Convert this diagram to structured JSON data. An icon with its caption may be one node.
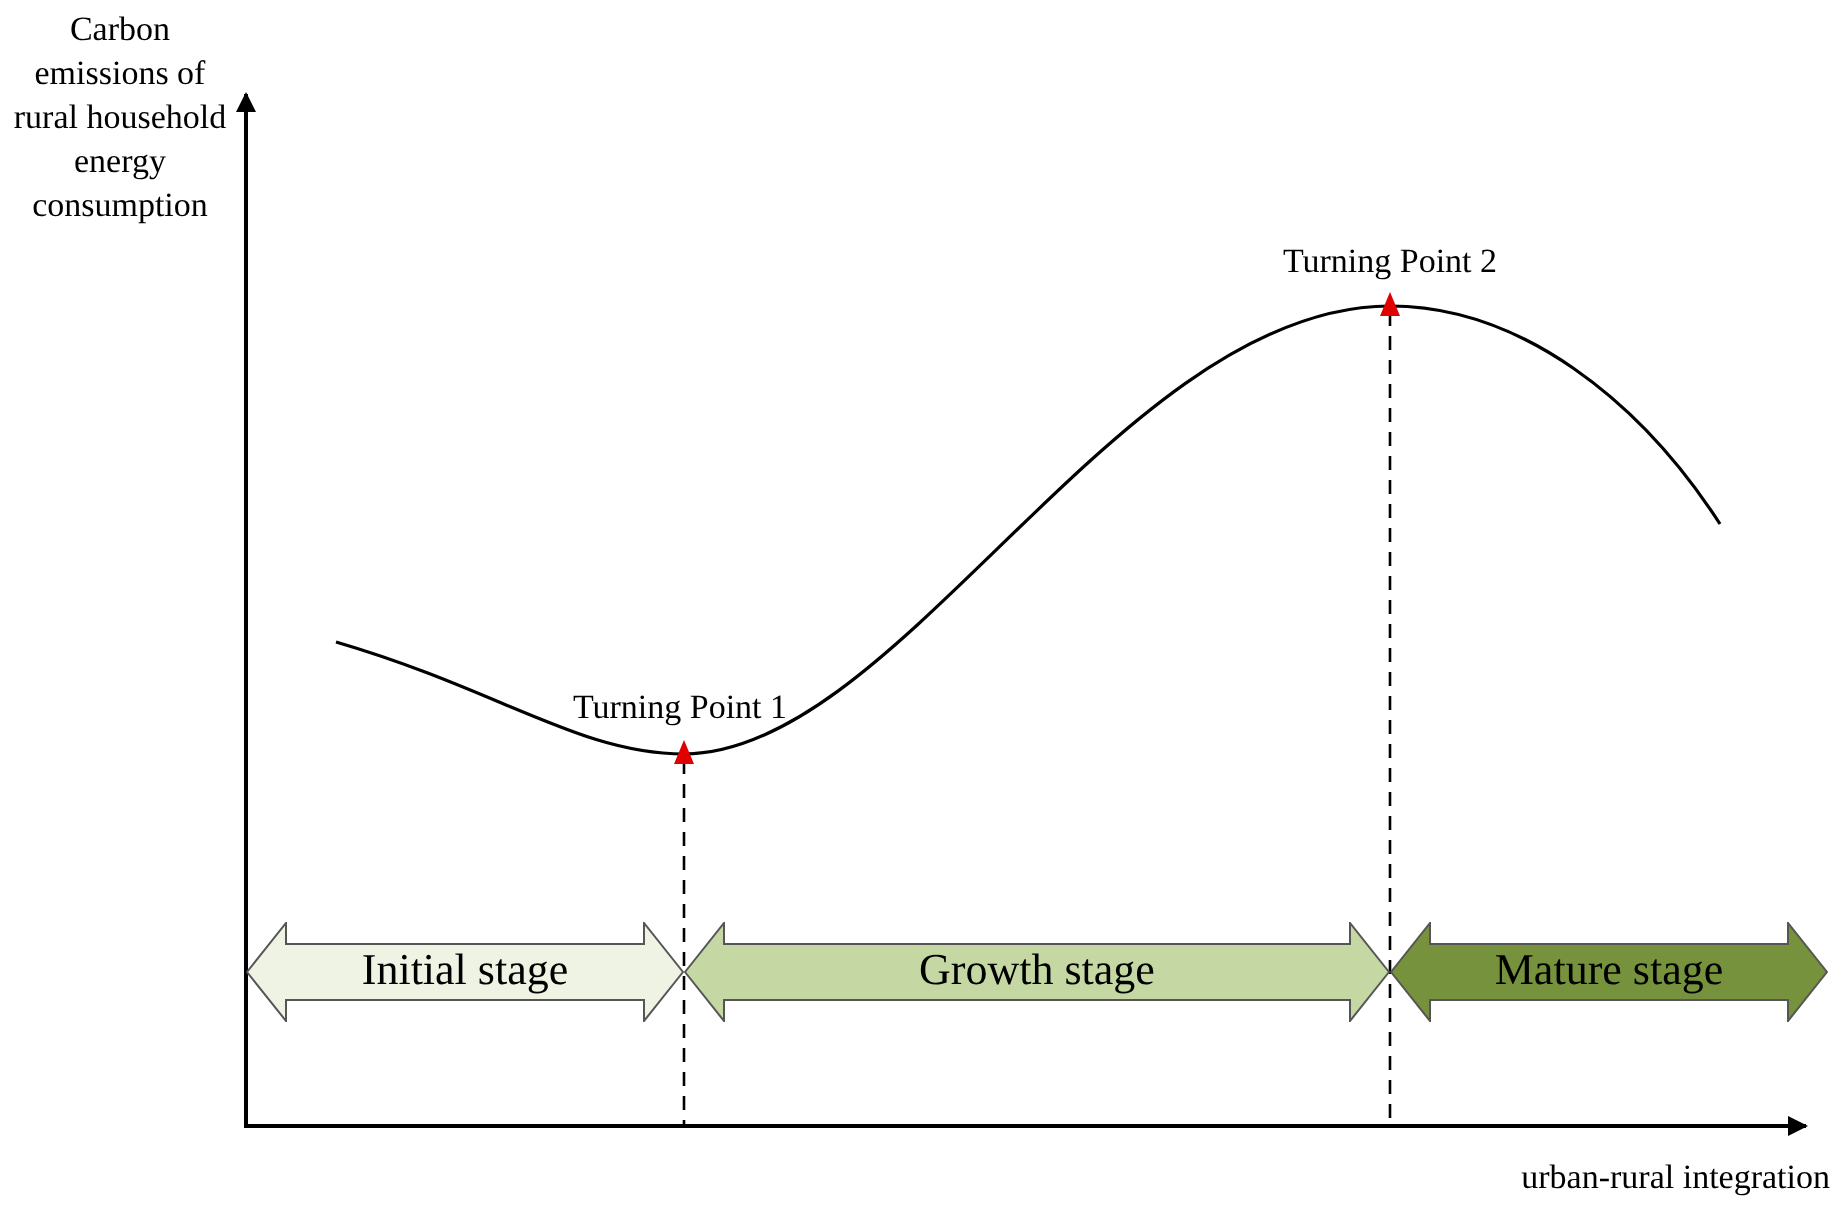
{
  "diagram": {
    "nodes": [
      {
        "text": [
          "Initial stage"
        ]
      },
      {
        "text": [
          "Growth stage"
        ]
      },
      {
        "text": [
          "Mature stage"
        ]
      }
    ],
    "labels": [
      "Carbon emissions of rural household energy consumption",
      "Turning Point 2",
      "Turning Point 1",
      "urban-rural integration"
    ]
  }
}
